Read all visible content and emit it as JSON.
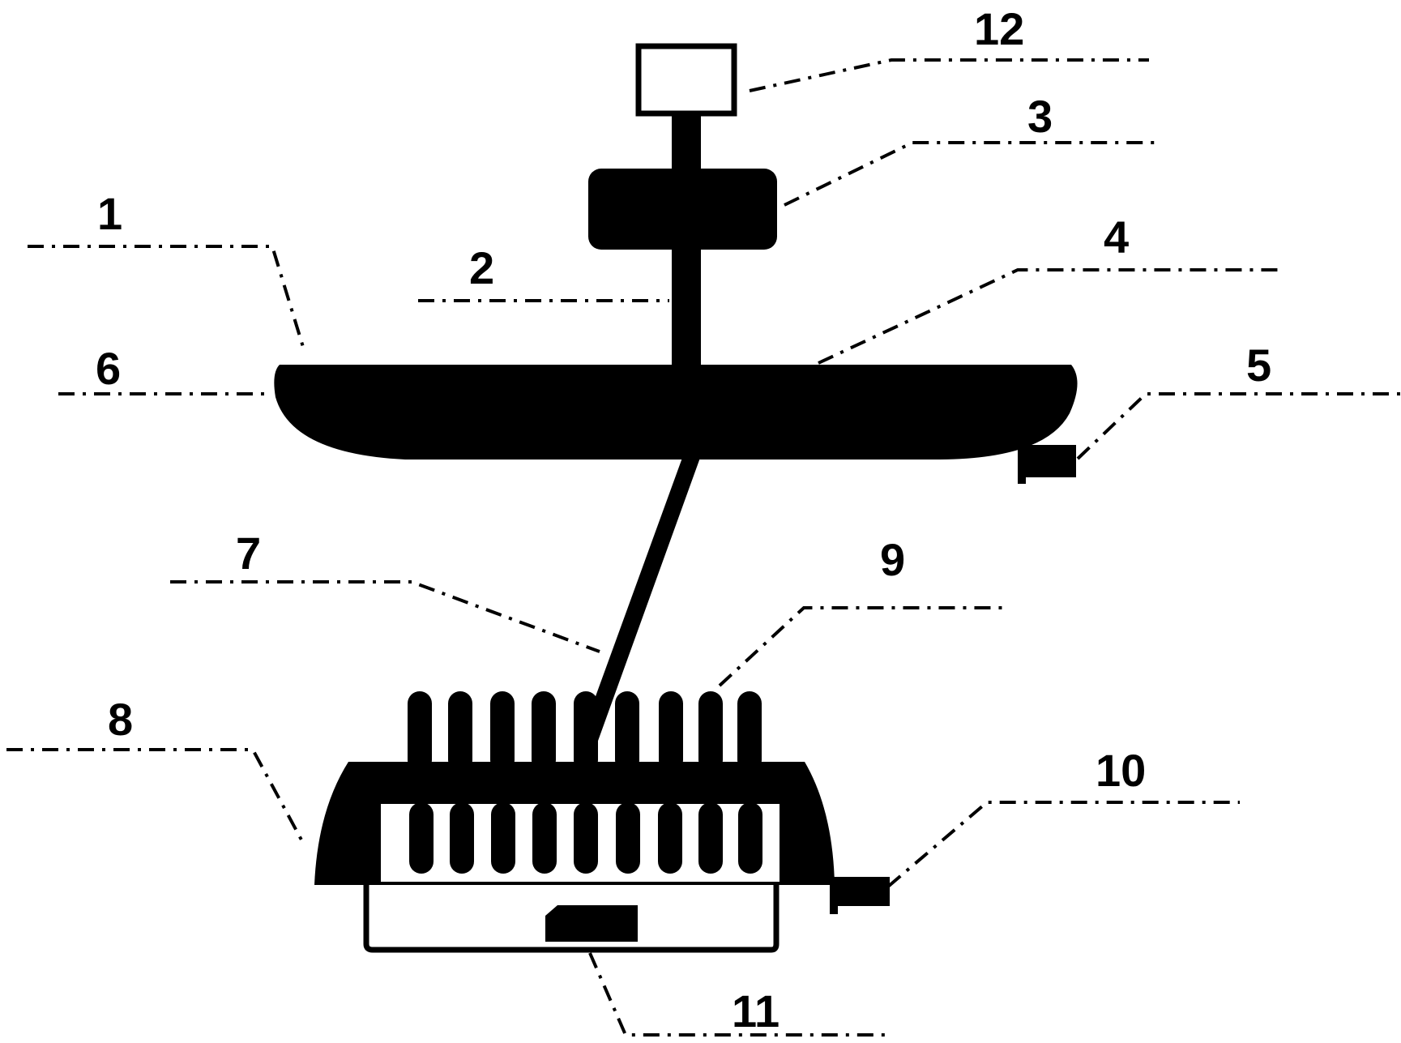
{
  "colors": {
    "ink": "#000000",
    "paper": "#ffffff"
  },
  "callouts": [
    {
      "id": "1",
      "label": "1"
    },
    {
      "id": "2",
      "label": "2"
    },
    {
      "id": "3",
      "label": "3"
    },
    {
      "id": "4",
      "label": "4"
    },
    {
      "id": "5",
      "label": "5"
    },
    {
      "id": "6",
      "label": "6"
    },
    {
      "id": "7",
      "label": "7"
    },
    {
      "id": "8",
      "label": "8"
    },
    {
      "id": "9",
      "label": "9"
    },
    {
      "id": "10",
      "label": "10"
    },
    {
      "id": "11",
      "label": "11"
    },
    {
      "id": "12",
      "label": "12"
    }
  ]
}
